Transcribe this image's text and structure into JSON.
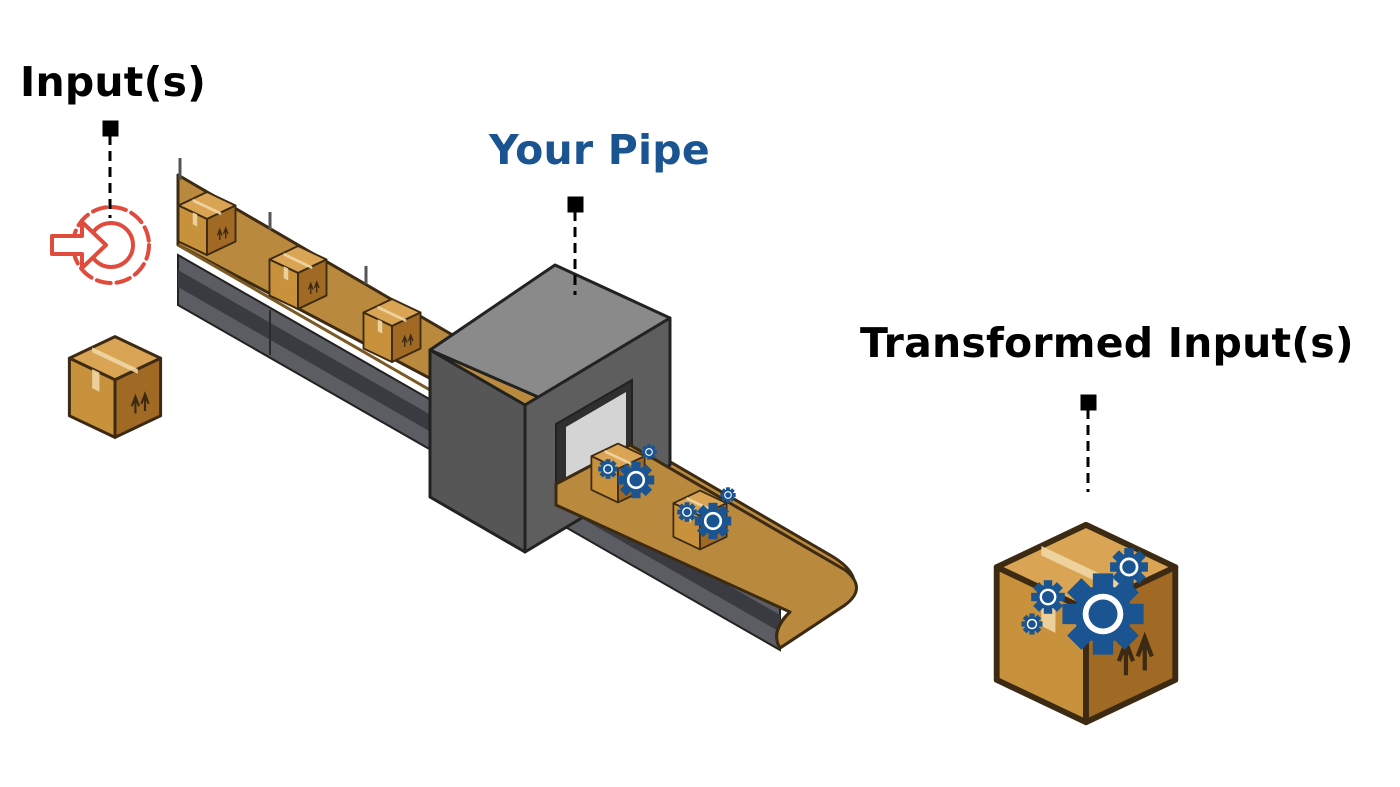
{
  "labels": {
    "input": "Input(s)",
    "pipe": "Your Pipe",
    "output": "Transformed Input(s)"
  },
  "colors": {
    "text": "#000000",
    "pipe_label": "#1a5491",
    "input_icon": "#e04b3c",
    "gear": "#1a5491",
    "box_light": "#c8913c",
    "box_dark": "#a06a24",
    "belt": "#b98a3e",
    "machine_front": "#565656",
    "machine_top": "#8a8a8a"
  },
  "icons": {
    "input": "input-gear-icon",
    "gear": "gear-icon",
    "box": "cardboard-box"
  }
}
